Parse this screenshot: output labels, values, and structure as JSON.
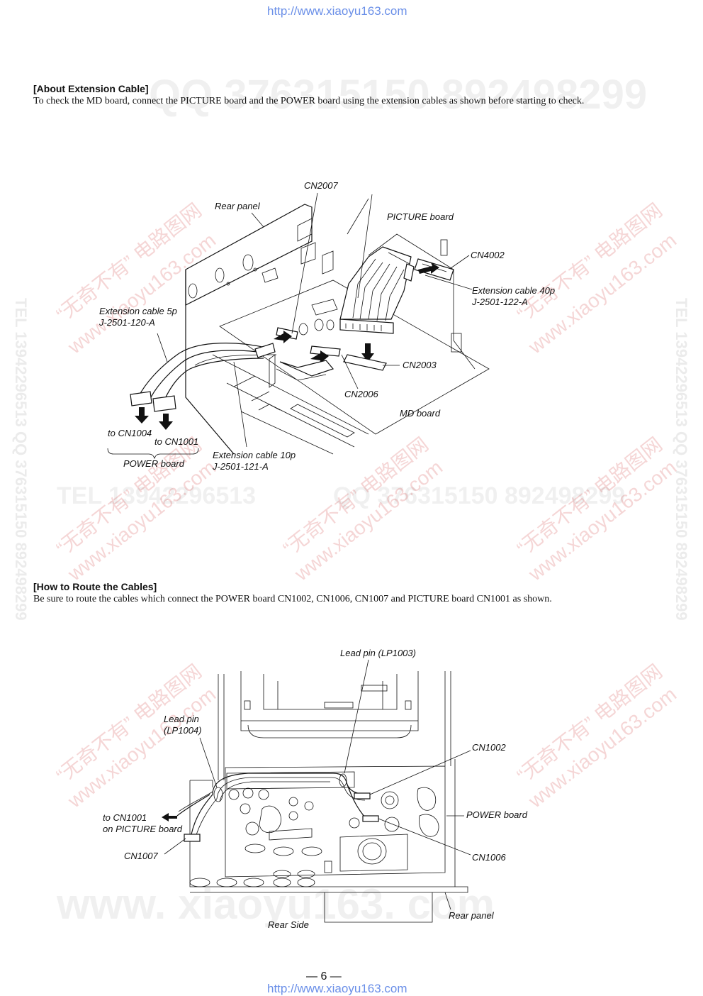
{
  "header_url": "http://www.xiaoyu163.com",
  "footer_url": "http://www.xiaoyu163.com",
  "page_number": "— 6 —",
  "section1": {
    "heading": "[About Extension Cable]",
    "text": "To check the MD board, connect the PICTURE board and the POWER board using the extension cables as shown before starting to check.",
    "labels": {
      "cn2007": "CN2007",
      "rear_panel": "Rear panel",
      "picture_board": "PICTURE board",
      "cn4002": "CN4002",
      "ext40_a": "Extension cable 40p",
      "ext40_b": "J-2501-122-A",
      "ext5_a": "Extension cable 5p",
      "ext5_b": "J-2501-120-A",
      "cn2003": "CN2003",
      "cn2006": "CN2006",
      "md_board": "MD board",
      "to_cn1004": "to CN1004",
      "to_cn1001": "to CN1001",
      "power_board": "POWER board",
      "ext10_a": "Extension cable 10p",
      "ext10_b": "J-2501-121-A"
    }
  },
  "section2": {
    "heading": "[How to Route the Cables]",
    "text": "Be sure to route the cables which connect the POWER board CN1002, CN1006, CN1007 and PICTURE board CN1001 as shown.",
    "labels": {
      "lp1003": "Lead pin (LP1003)",
      "lp1004_a": "Lead pin",
      "lp1004_b": "(LP1004)",
      "cn1002": "CN1002",
      "power_board": "POWER board",
      "to_cn1001_a": "to CN1001",
      "to_cn1001_b": "on PICTURE board",
      "cn1007": "CN1007",
      "cn1006": "CN1006",
      "rear_panel": "Rear panel",
      "rear_side": "Rear Side"
    }
  },
  "watermarks": {
    "qq_top": "QQ 376315150  892498299",
    "tel_mid": "TEL 13942296513",
    "qq_mid": "QQ 376315150  892498299",
    "www_bottom": "www. xiaoyu163. com",
    "vert_left": "TEL 13942296513  QQ 376315150  892498299",
    "vert_right": "TEL 13942296513  QQ 376315150  892498299",
    "red1": "“无奇不有” 电路图网",
    "red2": "www.xiaoyu163.com"
  }
}
